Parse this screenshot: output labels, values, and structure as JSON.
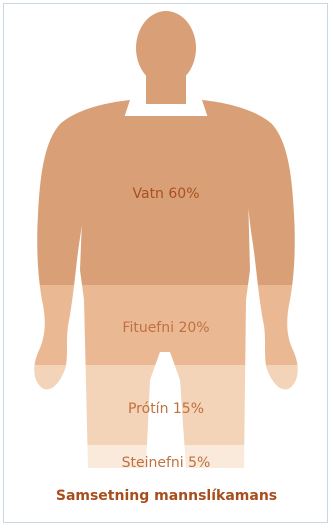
{
  "title": "Samsetning mannslíkamans",
  "colors": {
    "water": "#d9a077",
    "fat": "#eab994",
    "protein": "#f3d4b8",
    "minerals": "#f9eadb",
    "label_on_dark": "#a8501f",
    "label_on_light": "#c0703e",
    "title": "#a84e1d",
    "frame": "#c9d6e6"
  },
  "segments": [
    {
      "label": "Vatn 60%",
      "percent": 60
    },
    {
      "label": "Fituefni 20%",
      "percent": 20
    },
    {
      "label": "Prótín 15%",
      "percent": 15
    },
    {
      "label": "Steinefni 5%",
      "percent": 5
    }
  ]
}
